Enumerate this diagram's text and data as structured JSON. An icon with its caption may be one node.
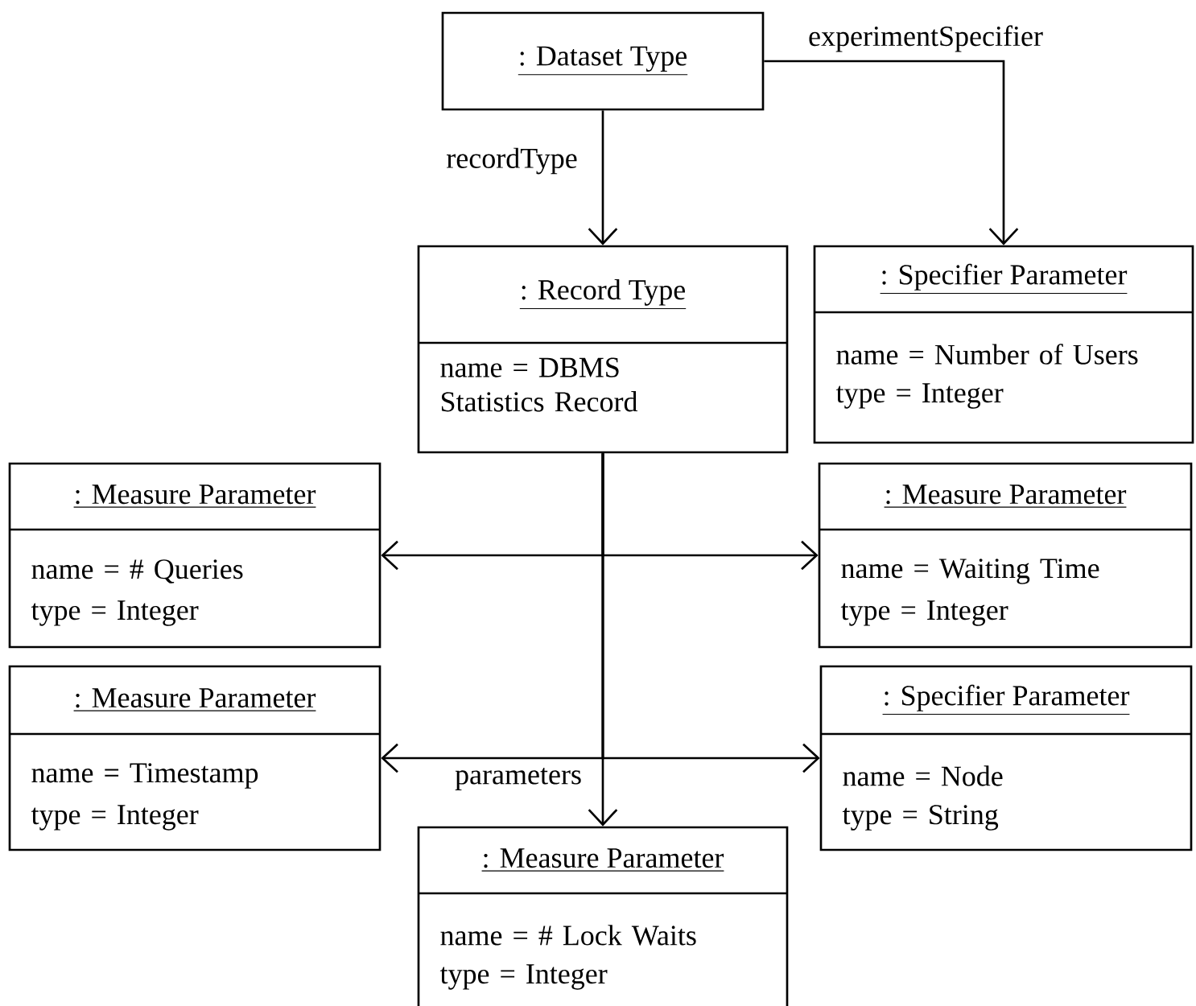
{
  "diagram": {
    "nodes": [
      {
        "text": [
          ": Dataset Type"
        ]
      },
      {
        "text": [
          ": Record Type",
          "name = DBMS Statistics Record"
        ]
      },
      {
        "text": [
          ": Specifier Parameter",
          "name = Number of Users",
          "type = Integer"
        ]
      },
      {
        "text": [
          ": Measure Parameter",
          "name = # Queries",
          "type = Integer"
        ]
      },
      {
        "text": [
          ": Measure Parameter",
          "name = Waiting Time",
          "type = Integer"
        ]
      },
      {
        "text": [
          ": Measure Parameter",
          "name = Timestamp",
          "type = Integer"
        ]
      },
      {
        "text": [
          ": Specifier Parameter",
          "name = Node",
          "type = String"
        ]
      },
      {
        "text": [
          ": Measure Parameter",
          "name = # Lock Waits",
          "type = Integer"
        ]
      }
    ],
    "edges": [
      {
        "from": 0,
        "to": 1,
        "arrow": "to",
        "label": "recordType"
      },
      {
        "from": 0,
        "to": 2,
        "arrow": "to",
        "label": "experimentSpecifier"
      },
      {
        "from": 1,
        "to": 3,
        "arrow": "to"
      },
      {
        "from": 1,
        "to": 4,
        "arrow": "to"
      },
      {
        "from": 1,
        "to": 5,
        "arrow": "to"
      },
      {
        "from": 1,
        "to": 6,
        "arrow": "to"
      },
      {
        "from": 1,
        "to": 7,
        "arrow": "to",
        "label": "parameters"
      }
    ]
  }
}
